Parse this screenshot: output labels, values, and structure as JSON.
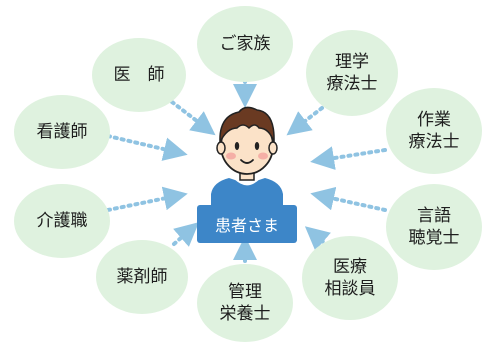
{
  "center": {
    "label": "患者さま"
  },
  "roles": {
    "family": {
      "line1": "ご家族"
    },
    "doctor": {
      "line1": "医　師"
    },
    "pt": {
      "line1": "理学",
      "line2": "療法士"
    },
    "nurse": {
      "line1": "看護師"
    },
    "ot": {
      "line1": "作業",
      "line2": "療法士"
    },
    "caregiver": {
      "line1": "介護職"
    },
    "st": {
      "line1": "言語",
      "line2": "聴覚士"
    },
    "pharmacist": {
      "line1": "薬剤師"
    },
    "dietitian": {
      "line1": "管理",
      "line2": "栄養士"
    },
    "counselor": {
      "line1": "医療",
      "line2": "相談員"
    }
  },
  "colors": {
    "bubble": "#dff2df",
    "arrow": "#8fc3e2",
    "label": "#3d86c8"
  }
}
